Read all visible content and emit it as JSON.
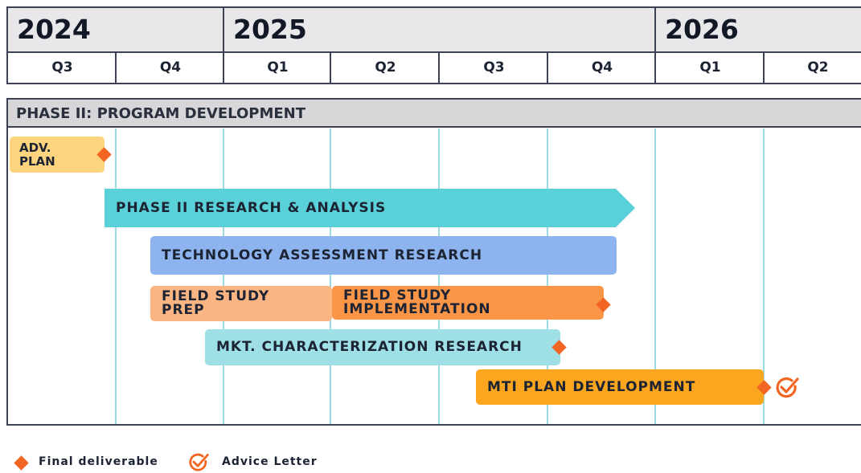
{
  "chart_data": {
    "type": "gantt",
    "timeline": {
      "years": [
        "2024",
        "2025",
        "2026"
      ],
      "quarters": [
        "Q3",
        "Q4",
        "Q1",
        "Q2",
        "Q3",
        "Q4",
        "Q1",
        "Q2"
      ]
    },
    "phase_title": "PHASE II: PROGRAM DEVELOPMENT",
    "tasks": [
      {
        "label": "ADV.\nPLAN",
        "start_quarter": "2024 Q3",
        "end_quarter": "2024 Q3",
        "color": "#fdd57e",
        "deliverable": true
      },
      {
        "label": "PHASE II RESEARCH & ANALYSIS",
        "start_quarter": "2024 Q3",
        "end_quarter": "2025 Q4",
        "color": "#5ad0d8",
        "continues": true
      },
      {
        "label": "TECHNOLOGY ASSESSMENT RESEARCH",
        "start_quarter": "2024 Q4",
        "end_quarter": "2025 Q4",
        "color": "#8eb4ef"
      },
      {
        "label": "FIELD STUDY\nPREP",
        "start_quarter": "2024 Q4",
        "end_quarter": "2025 Q1",
        "color": "#fbb583"
      },
      {
        "label": "FIELD STUDY\nIMPLEMENTATION",
        "start_quarter": "2025 Q2",
        "end_quarter": "2025 Q4",
        "color": "#fb9648",
        "deliverable": true
      },
      {
        "label": "MKT. CHARACTERIZATION RESEARCH",
        "start_quarter": "2024 Q4",
        "end_quarter": "2025 Q3",
        "color": "#9ee0e6",
        "deliverable": true
      },
      {
        "label": "MTI PLAN DEVELOPMENT",
        "start_quarter": "2025 Q3",
        "end_quarter": "2026 Q1",
        "color": "#fba61e",
        "deliverable": true,
        "advice_letter": true
      }
    ],
    "legend": {
      "final_deliverable": "Final deliverable",
      "advice_letter": "Advice Letter"
    },
    "colors": {
      "deliverable_marker": "#f26522",
      "gridline": "#9bd9e3",
      "header_fill": "#e8e8ea"
    }
  }
}
